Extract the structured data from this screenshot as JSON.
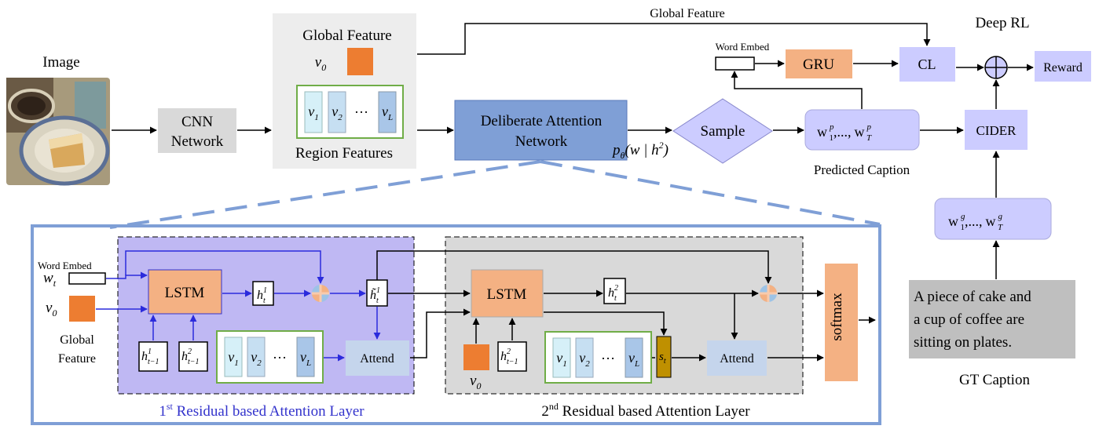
{
  "top": {
    "image_label": "Image",
    "cnn": [
      "CNN",
      "Network"
    ],
    "global_feature_title": "Global Feature",
    "v0": "v",
    "v0_sub": "0",
    "region_cells": [
      {
        "main": "v",
        "sub": "1"
      },
      {
        "main": "v",
        "sub": "2"
      },
      {
        "main": "…",
        "sub": ""
      },
      {
        "main": "v",
        "sub": "L"
      }
    ],
    "region_features_label": "Region Features",
    "dan": [
      "Deliberate Attention",
      "Network"
    ],
    "prob_text": "p",
    "prob_sub": "θ",
    "prob_args": "(w | h",
    "prob_sup": "2",
    "prob_close": ")",
    "global_feature_line_label": "Global Feature",
    "word_embed": "Word Embed",
    "gru": "GRU",
    "cl": "CL",
    "deep_rl": "Deep RL",
    "reward": "Reward",
    "sample": "Sample",
    "predicted": {
      "w": "w",
      "sup1": "p",
      "sub1": "1",
      "mid": ",...,",
      "w2": "w",
      "sup2": "p",
      "sub2": "T"
    },
    "predicted_label": "Predicted Caption",
    "cider": "CIDER",
    "gt": {
      "w": "w",
      "sup1": "g",
      "sub1": "1",
      "mid": ",...,",
      "w2": "w",
      "sup2": "g",
      "sub2": "T"
    },
    "gt_caption_lines": [
      "A piece of cake and",
      "a cup of coffee are",
      "sitting on plates."
    ],
    "gt_caption_label": "GT Caption"
  },
  "layer1": {
    "word_embed": "Word Embed",
    "wt": "w",
    "wt_sub": "t",
    "v0": "v",
    "v0_sub": "0",
    "global_feature": [
      "Global",
      "Feature"
    ],
    "lstm": "LSTM",
    "h_t1": {
      "main": "h",
      "sup": "1",
      "sub": "t"
    },
    "h_tm1_1": {
      "main": "h",
      "sup": "1",
      "sub": "t−1"
    },
    "h_tm1_2": {
      "main": "h",
      "sup": "2",
      "sub": "t−1"
    },
    "htilde": {
      "main": "h̃",
      "sup": "1",
      "sub": "t"
    },
    "attend": "Attend",
    "title_pre": "1",
    "title_sup": "st",
    "title_post": " Residual based Attention Layer"
  },
  "layer2": {
    "lstm": "LSTM",
    "h_t2": {
      "main": "h",
      "sup": "2",
      "sub": "t"
    },
    "h_tm1_2": {
      "main": "h",
      "sup": "2",
      "sub": "t−1"
    },
    "v0": "v",
    "v0_sub": "0",
    "st": "s",
    "st_sub": "t",
    "attend": "Attend",
    "softmax": "softmax",
    "title_pre": "2",
    "title_sup": "nd",
    "title_post": " Residual based Attention Layer"
  },
  "colors": {
    "orange": "#ed7d31",
    "lstm_orange": "#f4b183",
    "gray_box": "#d9d9d9",
    "purple_box": "#ccccff",
    "layer1_bg": "#bfb8f3",
    "layer2_bg": "#d9d9d9",
    "dan_blue": "#7f9fd6",
    "attend_blue": "#c5d5ec",
    "frame_blue": "#7f9fd6",
    "title_blue": "#3333cc",
    "arrow_blue": "#2b2bdc",
    "green_border": "#70ad47",
    "gt_bg": "#bfbfbf",
    "st_brown": "#bf9000"
  }
}
